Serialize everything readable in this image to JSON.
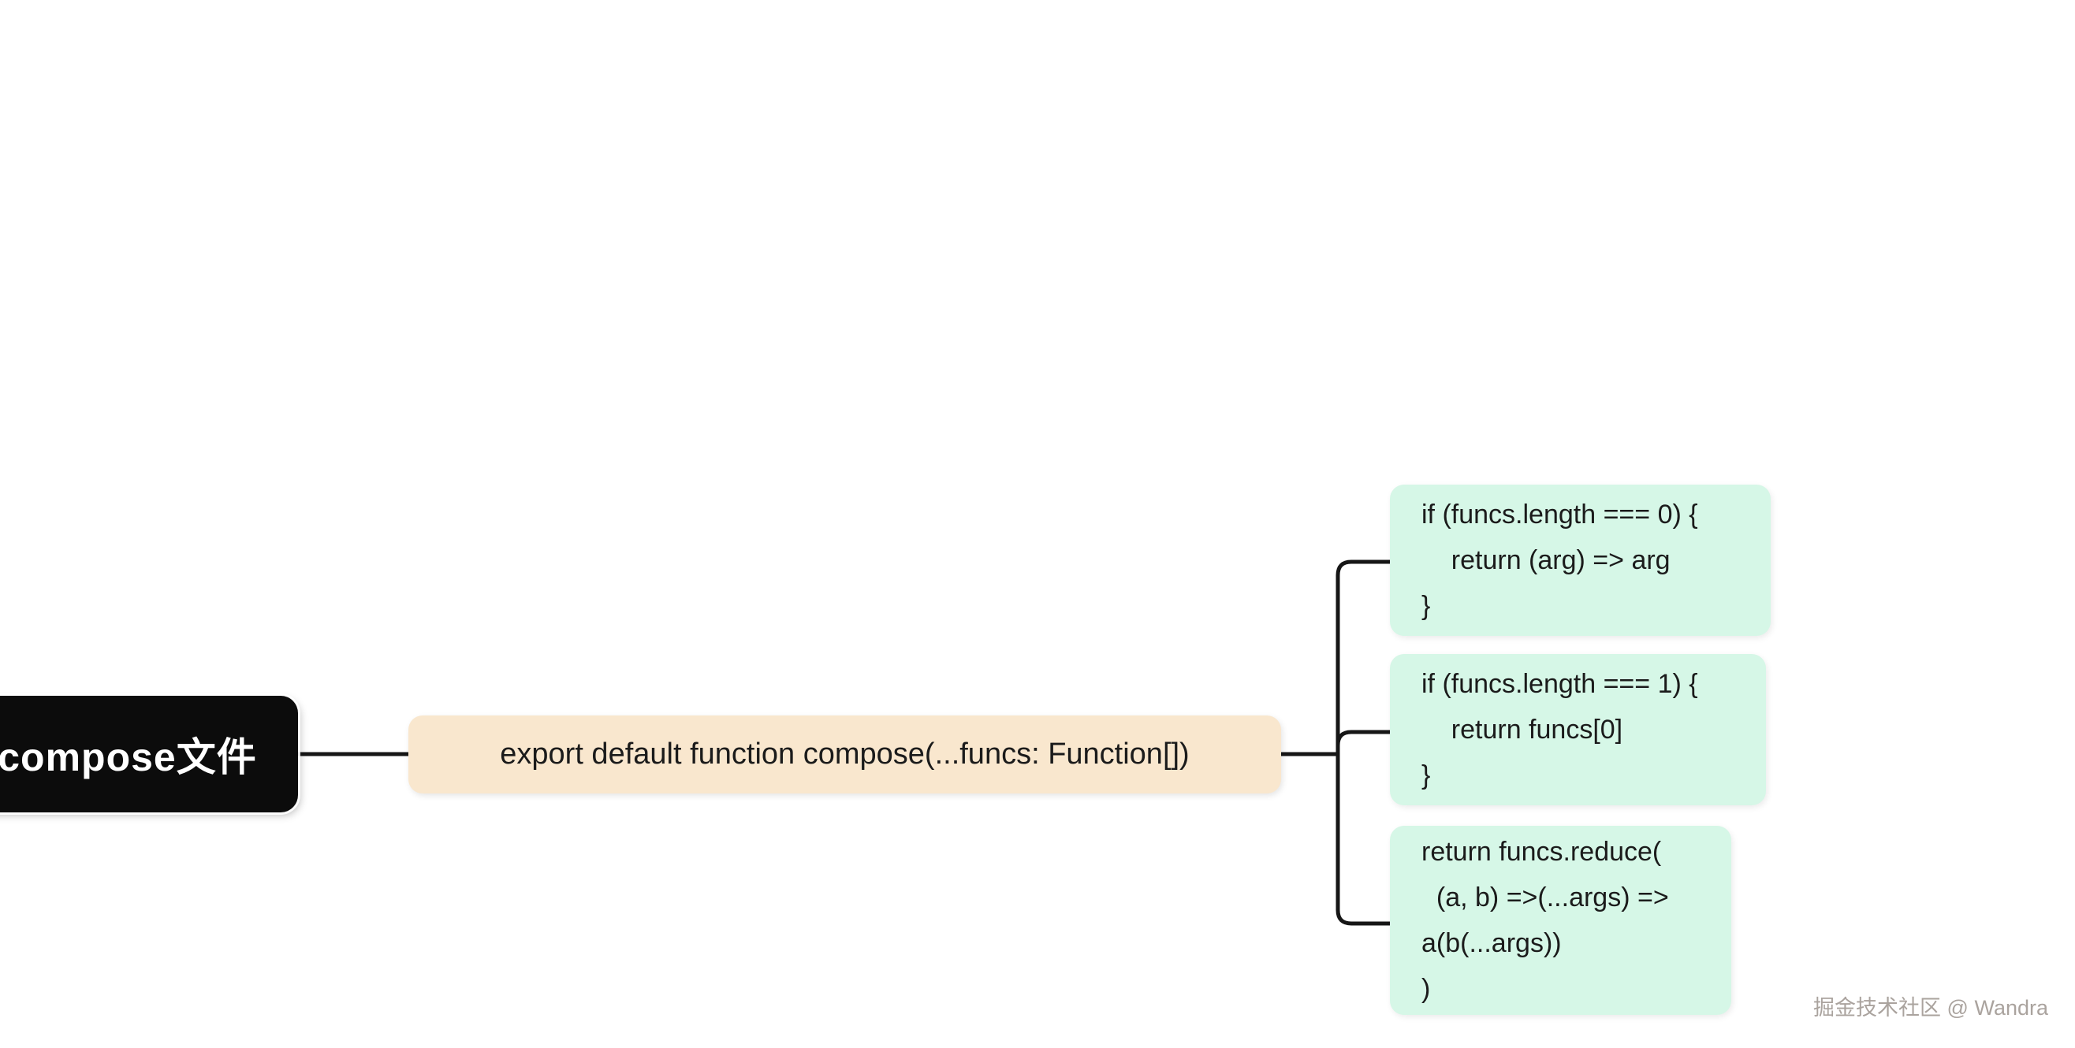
{
  "mindmap": {
    "background_color": "#ffffff",
    "connector_color": "#161616",
    "root": {
      "label": "compose文件",
      "bg": "#0c0c0c",
      "text_color": "#ffffff"
    },
    "parent": {
      "label": "export default function compose(...funcs: Function[])",
      "bg": "#f9e7ce",
      "text_color": "#1b1b1b"
    },
    "child_bg": "#d6f7e7",
    "child_text_color": "#1b1b1b",
    "children": [
      {
        "lines": [
          "if (funcs.length === 0) {",
          "    return (arg) => arg",
          "}"
        ]
      },
      {
        "lines": [
          "if (funcs.length === 1) {",
          "    return funcs[0]",
          "}"
        ]
      },
      {
        "lines": [
          "return funcs.reduce(",
          "  (a, b) =>(...args) =>",
          "a(b(...args))",
          ")"
        ]
      }
    ]
  },
  "watermark": {
    "text": "掘金技术社区 @ Wandra"
  }
}
